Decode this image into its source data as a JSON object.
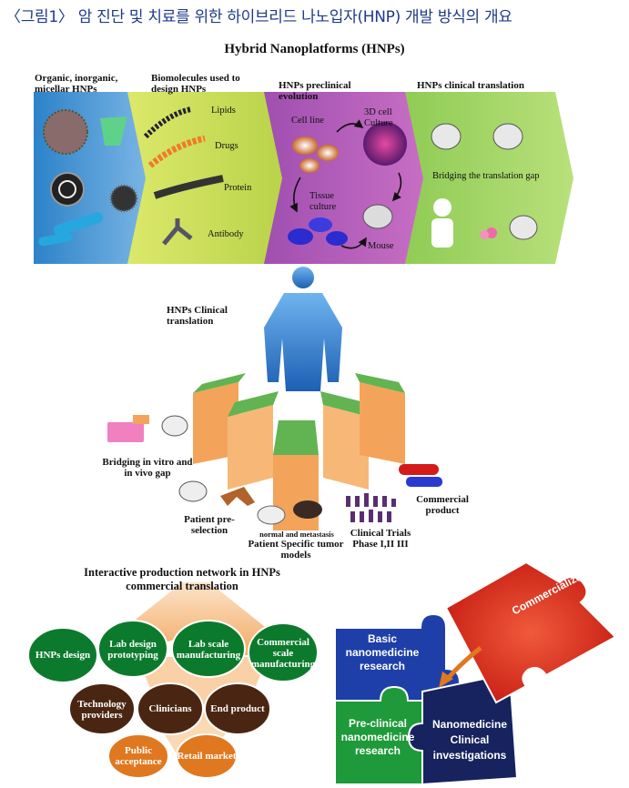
{
  "caption": "〈그림1〉 암 진단 및 치료를 위한 하이브리드 나노입자(HNP) 개발 방식의 개요",
  "top_panel": {
    "title": "Hybrid Nanoplatforms (HNPs)",
    "sections": [
      {
        "title": "Organic, inorganic, micellar HNPs",
        "color": "#2e86c9"
      },
      {
        "title": "Biomolecules used to design HNPs",
        "color": "#c4d94a",
        "items": [
          "Lipids",
          "Drugs",
          "Protein",
          "Antibody"
        ]
      },
      {
        "title": "HNPs preclinical evolution",
        "color": "#b455b8",
        "items": [
          "Cell line",
          "3D cell Culture",
          "Tissue culture",
          "Mouse"
        ]
      },
      {
        "title": "HNPs clinical translation",
        "color": "#7cc24a",
        "items": [
          "Bridging the translation gap"
        ]
      }
    ]
  },
  "middle_panel": {
    "title": "HNPs Clinical translation",
    "stages": [
      "Bridging in vitro and in vivo gap",
      "Patient pre-selection",
      "normal and metastasis",
      "Patient Specific tumor models",
      "Clinical Trials Phase I,II III",
      "Commercial product"
    ]
  },
  "bottom_left": {
    "title": "Interactive production network in HNPs commercial translation",
    "green_nodes": [
      "HNPs design",
      "Lab design prototyping",
      "Lab scale manufacturing",
      "Commercial scale manufacturing"
    ],
    "brown_nodes": [
      "Technology providers",
      "Clinicians",
      "End product"
    ],
    "orange_nodes": [
      "Public acceptance",
      "Retail market"
    ]
  },
  "bottom_right": {
    "pieces": [
      {
        "label": "Commercialization",
        "color": "#e8231c"
      },
      {
        "label": "Basic nanomedicine research",
        "color": "#1f3fa8"
      },
      {
        "label": "Pre-clinical nanomedicine research",
        "color": "#1e9a3a"
      },
      {
        "label": "Nanomedicine Clinical investigations",
        "color": "#16235e"
      }
    ]
  }
}
